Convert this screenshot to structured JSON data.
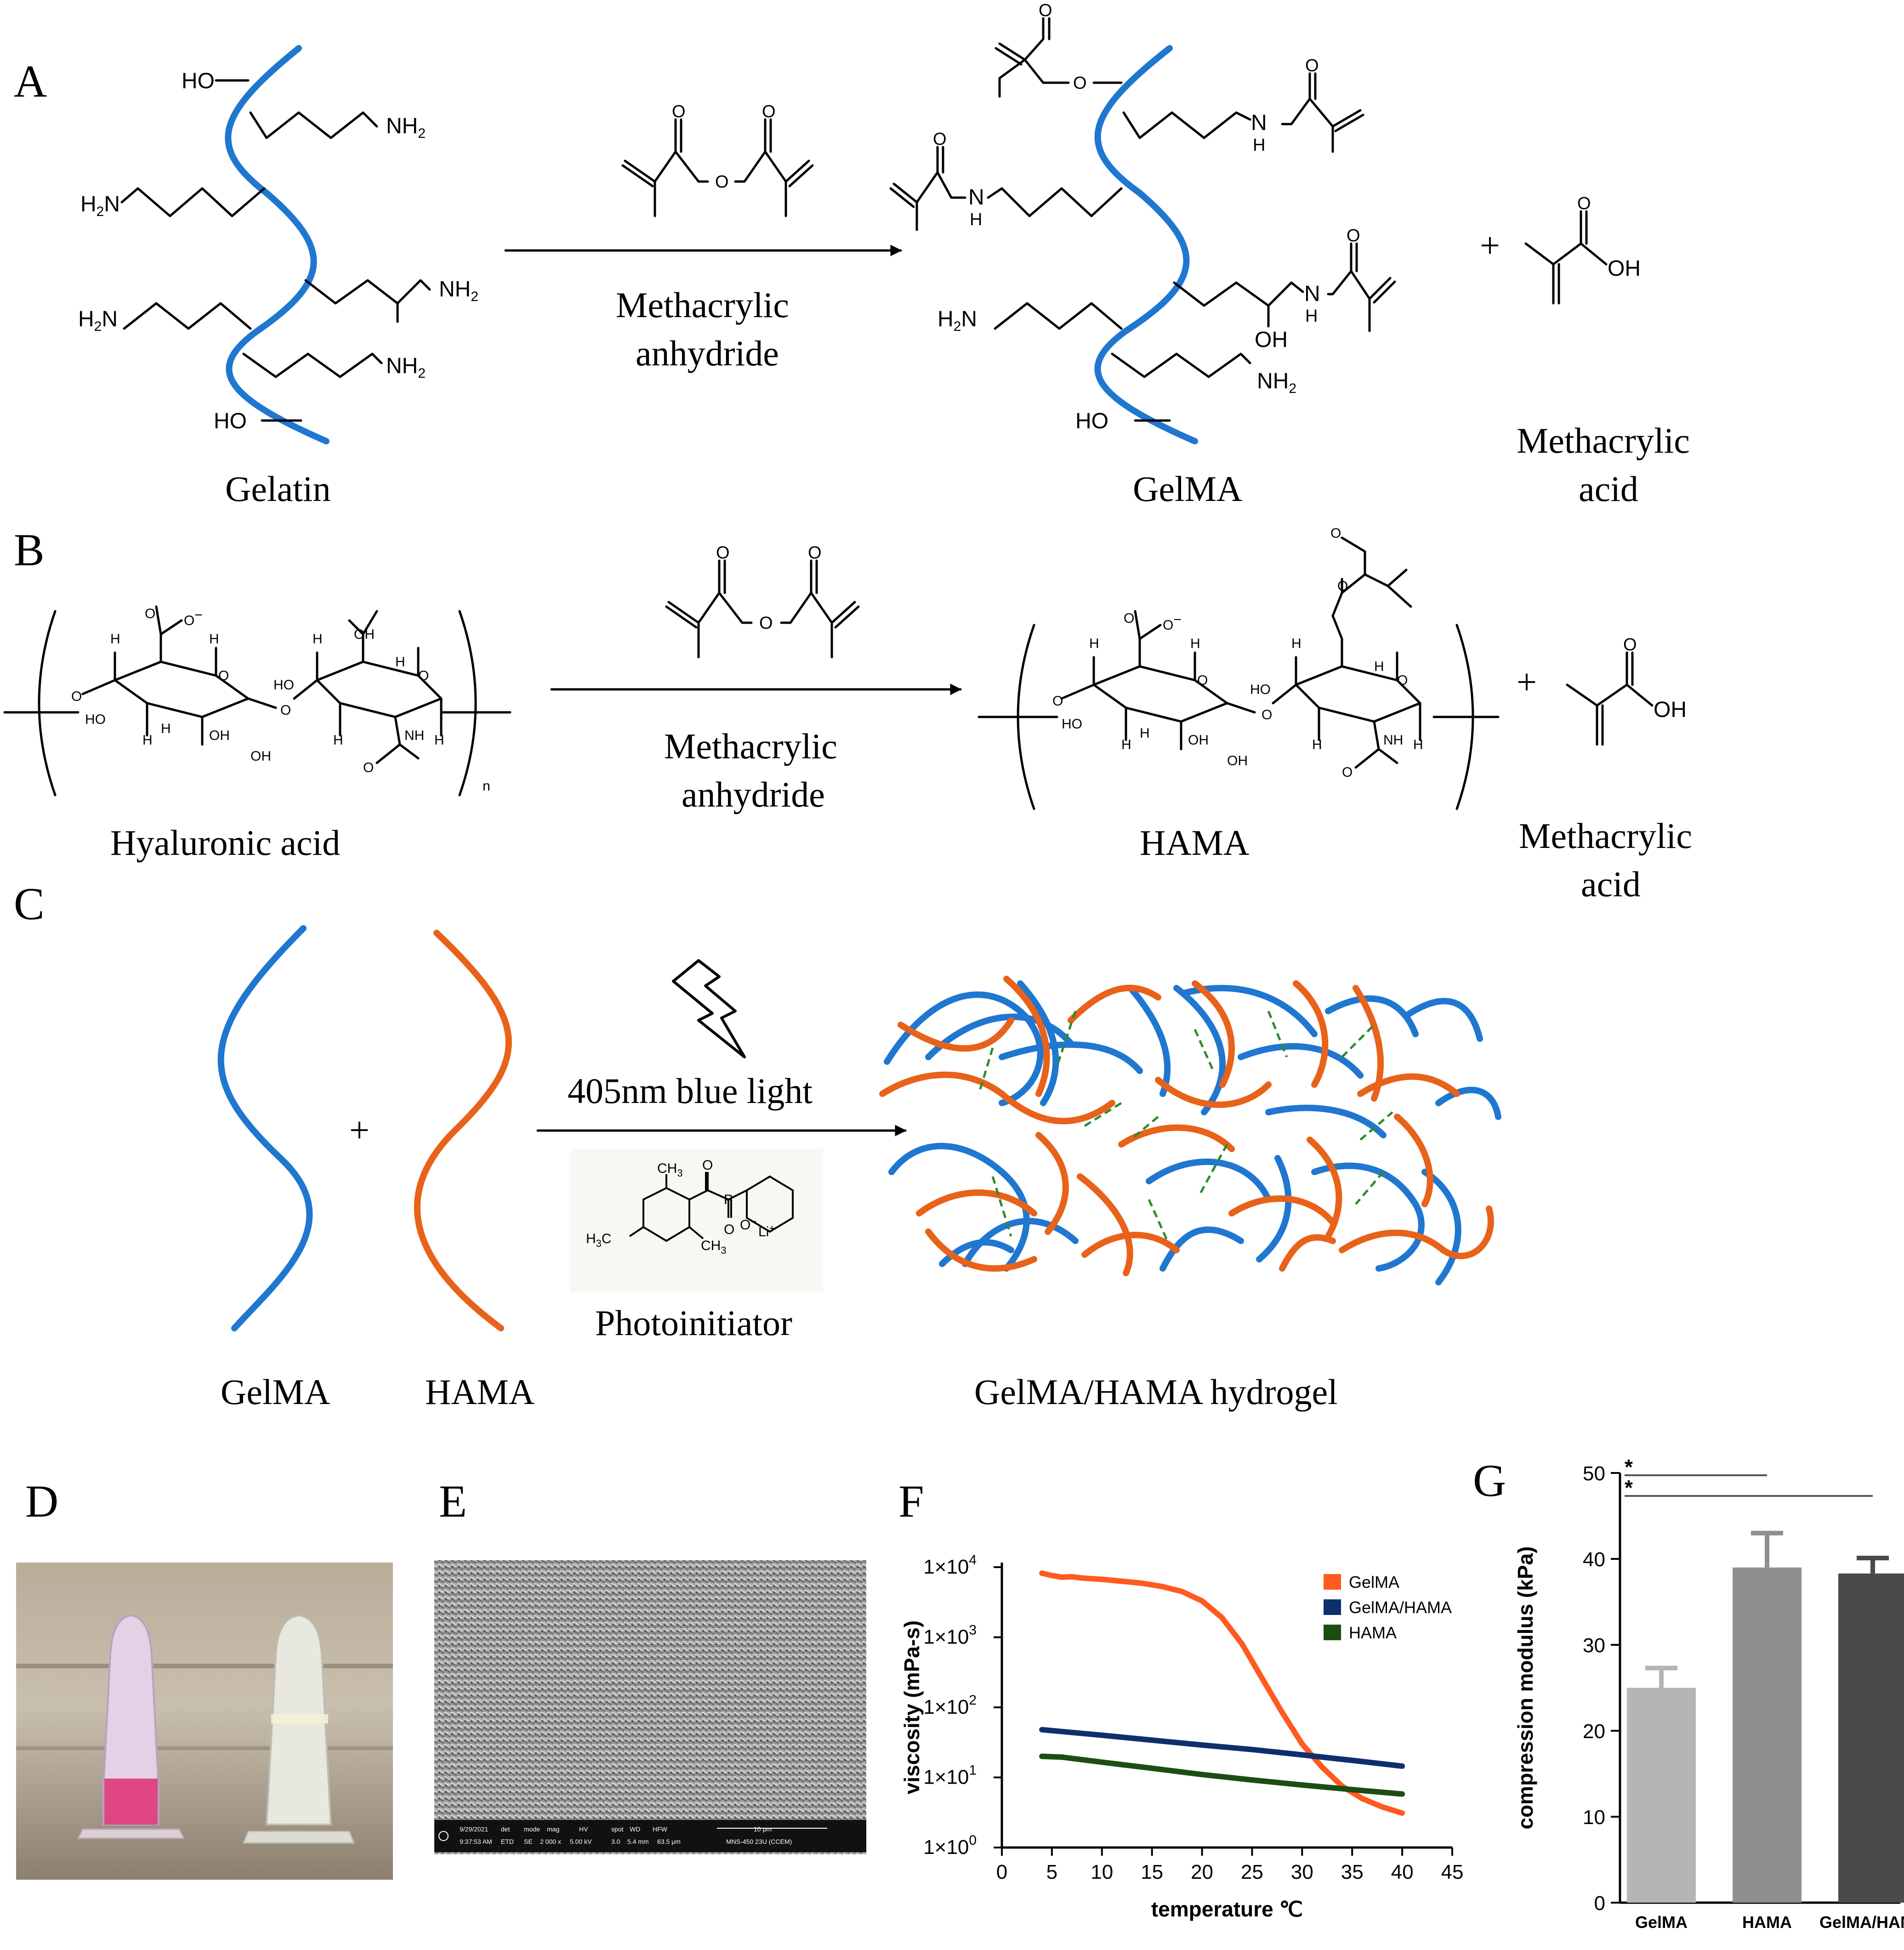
{
  "panels": {
    "A": {
      "label": "A",
      "reactant": "Gelatin",
      "reagent": [
        "Methacrylic",
        "anhydride"
      ],
      "product": "GelMA",
      "byproduct": [
        "Methacrylic",
        "acid"
      ],
      "plus": "+"
    },
    "B": {
      "label": "B",
      "reactant": "Hyaluronic acid",
      "reagent": [
        "Methacrylic",
        "anhydride"
      ],
      "product": "HAMA",
      "byproduct": [
        "Methacrylic",
        "acid"
      ],
      "plus": "+",
      "repeat_n": "n"
    },
    "C": {
      "label": "C",
      "component1": "GelMA",
      "component2": "HAMA",
      "plus": "+",
      "condition": "405nm blue light",
      "catalyst": "Photoinitiator",
      "product": "GelMA/HAMA hydrogel"
    },
    "D": {
      "label": "D"
    },
    "E": {
      "label": "E",
      "sem_bar": [
        "9/29/2021",
        "det",
        "mode",
        "mag",
        "HV",
        "spot",
        "WD",
        "HFW",
        "10 μm",
        "9:37:53 AM",
        "ETD",
        "SE",
        "2 000 x",
        "5.00 kV",
        "3.0",
        "5.4 mm",
        "63.5 μm",
        "MNS-450 23U (CCEM)"
      ]
    },
    "F": {
      "label": "F"
    },
    "G": {
      "label": "G"
    }
  },
  "chem_labels": {
    "HO": "HO",
    "OH": "OH",
    "NH2": "NH",
    "H2N": "H",
    "sub2": "2",
    "N": "N",
    "H": "H",
    "O": "O",
    "Ominus": "O",
    "minus": "−",
    "NH": "NH",
    "Li": "Li",
    "plus_sup": "+",
    "CH3": "CH",
    "H3C": "H",
    "C3": "C",
    "P": "P",
    "sub3": "3"
  },
  "colors": {
    "gelma": "#1f77d0",
    "hama": "#e8621a",
    "crosslink": "#2e8b2e",
    "line_gelma": "#ff5a1f",
    "line_mix": "#0d2f6e",
    "line_hama": "#1d4d12",
    "bar_gelma": "#b5b5b5",
    "bar_hama": "#8f8f8f",
    "bar_mix": "#4a4a4a"
  },
  "chart_data": [
    {
      "panel": "F",
      "type": "line",
      "xlabel": "temperature ℃",
      "ylabel": "viscosity (mPa-s)",
      "xlim": [
        0,
        45
      ],
      "xticks": [
        0,
        5,
        10,
        15,
        20,
        25,
        30,
        35,
        40,
        45
      ],
      "ylog": true,
      "ylim": [
        1,
        10000
      ],
      "yticks": [
        {
          "v": 1,
          "label": "1×10",
          "exp": "0"
        },
        {
          "v": 10,
          "label": "1×10",
          "exp": "1"
        },
        {
          "v": 100,
          "label": "1×10",
          "exp": "2"
        },
        {
          "v": 1000,
          "label": "1×10",
          "exp": "3"
        },
        {
          "v": 10000,
          "label": "1×10",
          "exp": "4"
        }
      ],
      "legend_position": "top-right",
      "series": [
        {
          "name": "GelMA",
          "color": "#ff5a1f",
          "x": [
            4,
            5,
            6,
            7,
            8,
            10,
            12,
            14,
            16,
            18,
            20,
            22,
            24,
            26,
            28,
            30,
            32,
            34,
            36,
            38,
            40
          ],
          "y": [
            8200,
            7600,
            7200,
            7300,
            7000,
            6700,
            6300,
            5900,
            5300,
            4500,
            3300,
            1900,
            800,
            260,
            85,
            30,
            14,
            7.5,
            5,
            3.8,
            3.1
          ]
        },
        {
          "name": "GelMA/HAMA",
          "color": "#0d2f6e",
          "x": [
            4,
            10,
            15,
            20,
            25,
            30,
            35,
            40
          ],
          "y": [
            48,
            40,
            34,
            29,
            25,
            21,
            17.5,
            14.5
          ]
        },
        {
          "name": "HAMA",
          "color": "#1d4d12",
          "x": [
            4,
            6,
            10,
            15,
            20,
            25,
            30,
            35,
            40
          ],
          "y": [
            20,
            19.5,
            16.5,
            13.5,
            11,
            9.2,
            7.8,
            6.7,
            5.8
          ]
        }
      ]
    },
    {
      "panel": "G",
      "type": "bar",
      "ylabel": "compression modulus (kPa)",
      "ylim": [
        0,
        50
      ],
      "yticks": [
        0,
        10,
        20,
        30,
        40,
        50
      ],
      "categories": [
        "GelMA",
        "HAMA",
        "GelMA/HAMA"
      ],
      "values": [
        25,
        39,
        38.3
      ],
      "errors": [
        2.3,
        4.0,
        1.8
      ],
      "significance": [
        {
          "from": "GelMA",
          "to": "HAMA",
          "mark": "*"
        },
        {
          "from": "GelMA",
          "to": "GelMA/HAMA",
          "mark": "*"
        }
      ]
    }
  ]
}
